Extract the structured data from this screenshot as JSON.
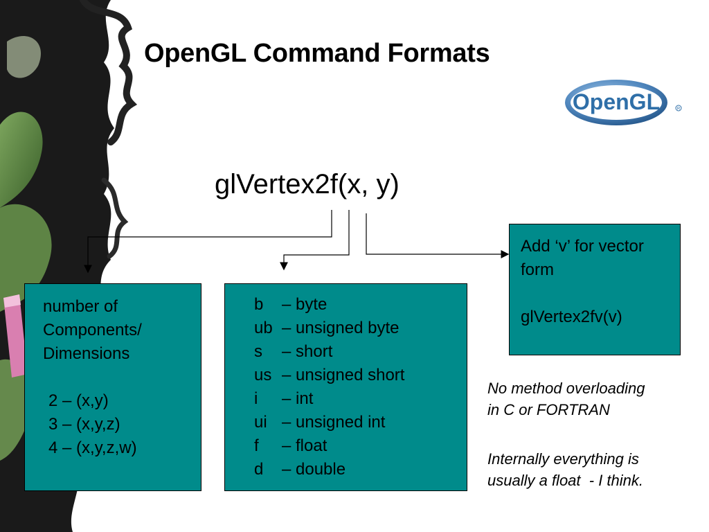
{
  "slide": {
    "title": "OpenGL Command Formats",
    "logo_text": "OpenGL",
    "function_signature": "glVertex2f(x, y)"
  },
  "components_box": {
    "lines": [
      "number of",
      "Components/",
      "Dimensions"
    ],
    "items": [
      "2 – (x,y)",
      "3 – (x,y,z)",
      "4 – (x,y,z,w)"
    ]
  },
  "types_box": {
    "rows": [
      {
        "code": "b",
        "desc": "– byte"
      },
      {
        "code": "ub",
        "desc": "– unsigned byte"
      },
      {
        "code": "s",
        "desc": "– short"
      },
      {
        "code": "us",
        "desc": "– unsigned short"
      },
      {
        "code": "i",
        "desc": "– int"
      },
      {
        "code": "ui",
        "desc": "– unsigned int"
      },
      {
        "code": "f",
        "desc": "– float"
      },
      {
        "code": "d",
        "desc": "– double"
      }
    ]
  },
  "vector_box": {
    "line1": "Add ‘v’ for vector",
    "line2": "form",
    "example": "glVertex2fv(v)"
  },
  "notes": {
    "overloading": [
      "No method overloading",
      "in C or FORTRAN"
    ],
    "float": [
      "Internally everything is",
      "usually a float  - I think."
    ]
  },
  "colors": {
    "box_fill": "#008b8b",
    "logo_blue": "#2f6fa8"
  }
}
